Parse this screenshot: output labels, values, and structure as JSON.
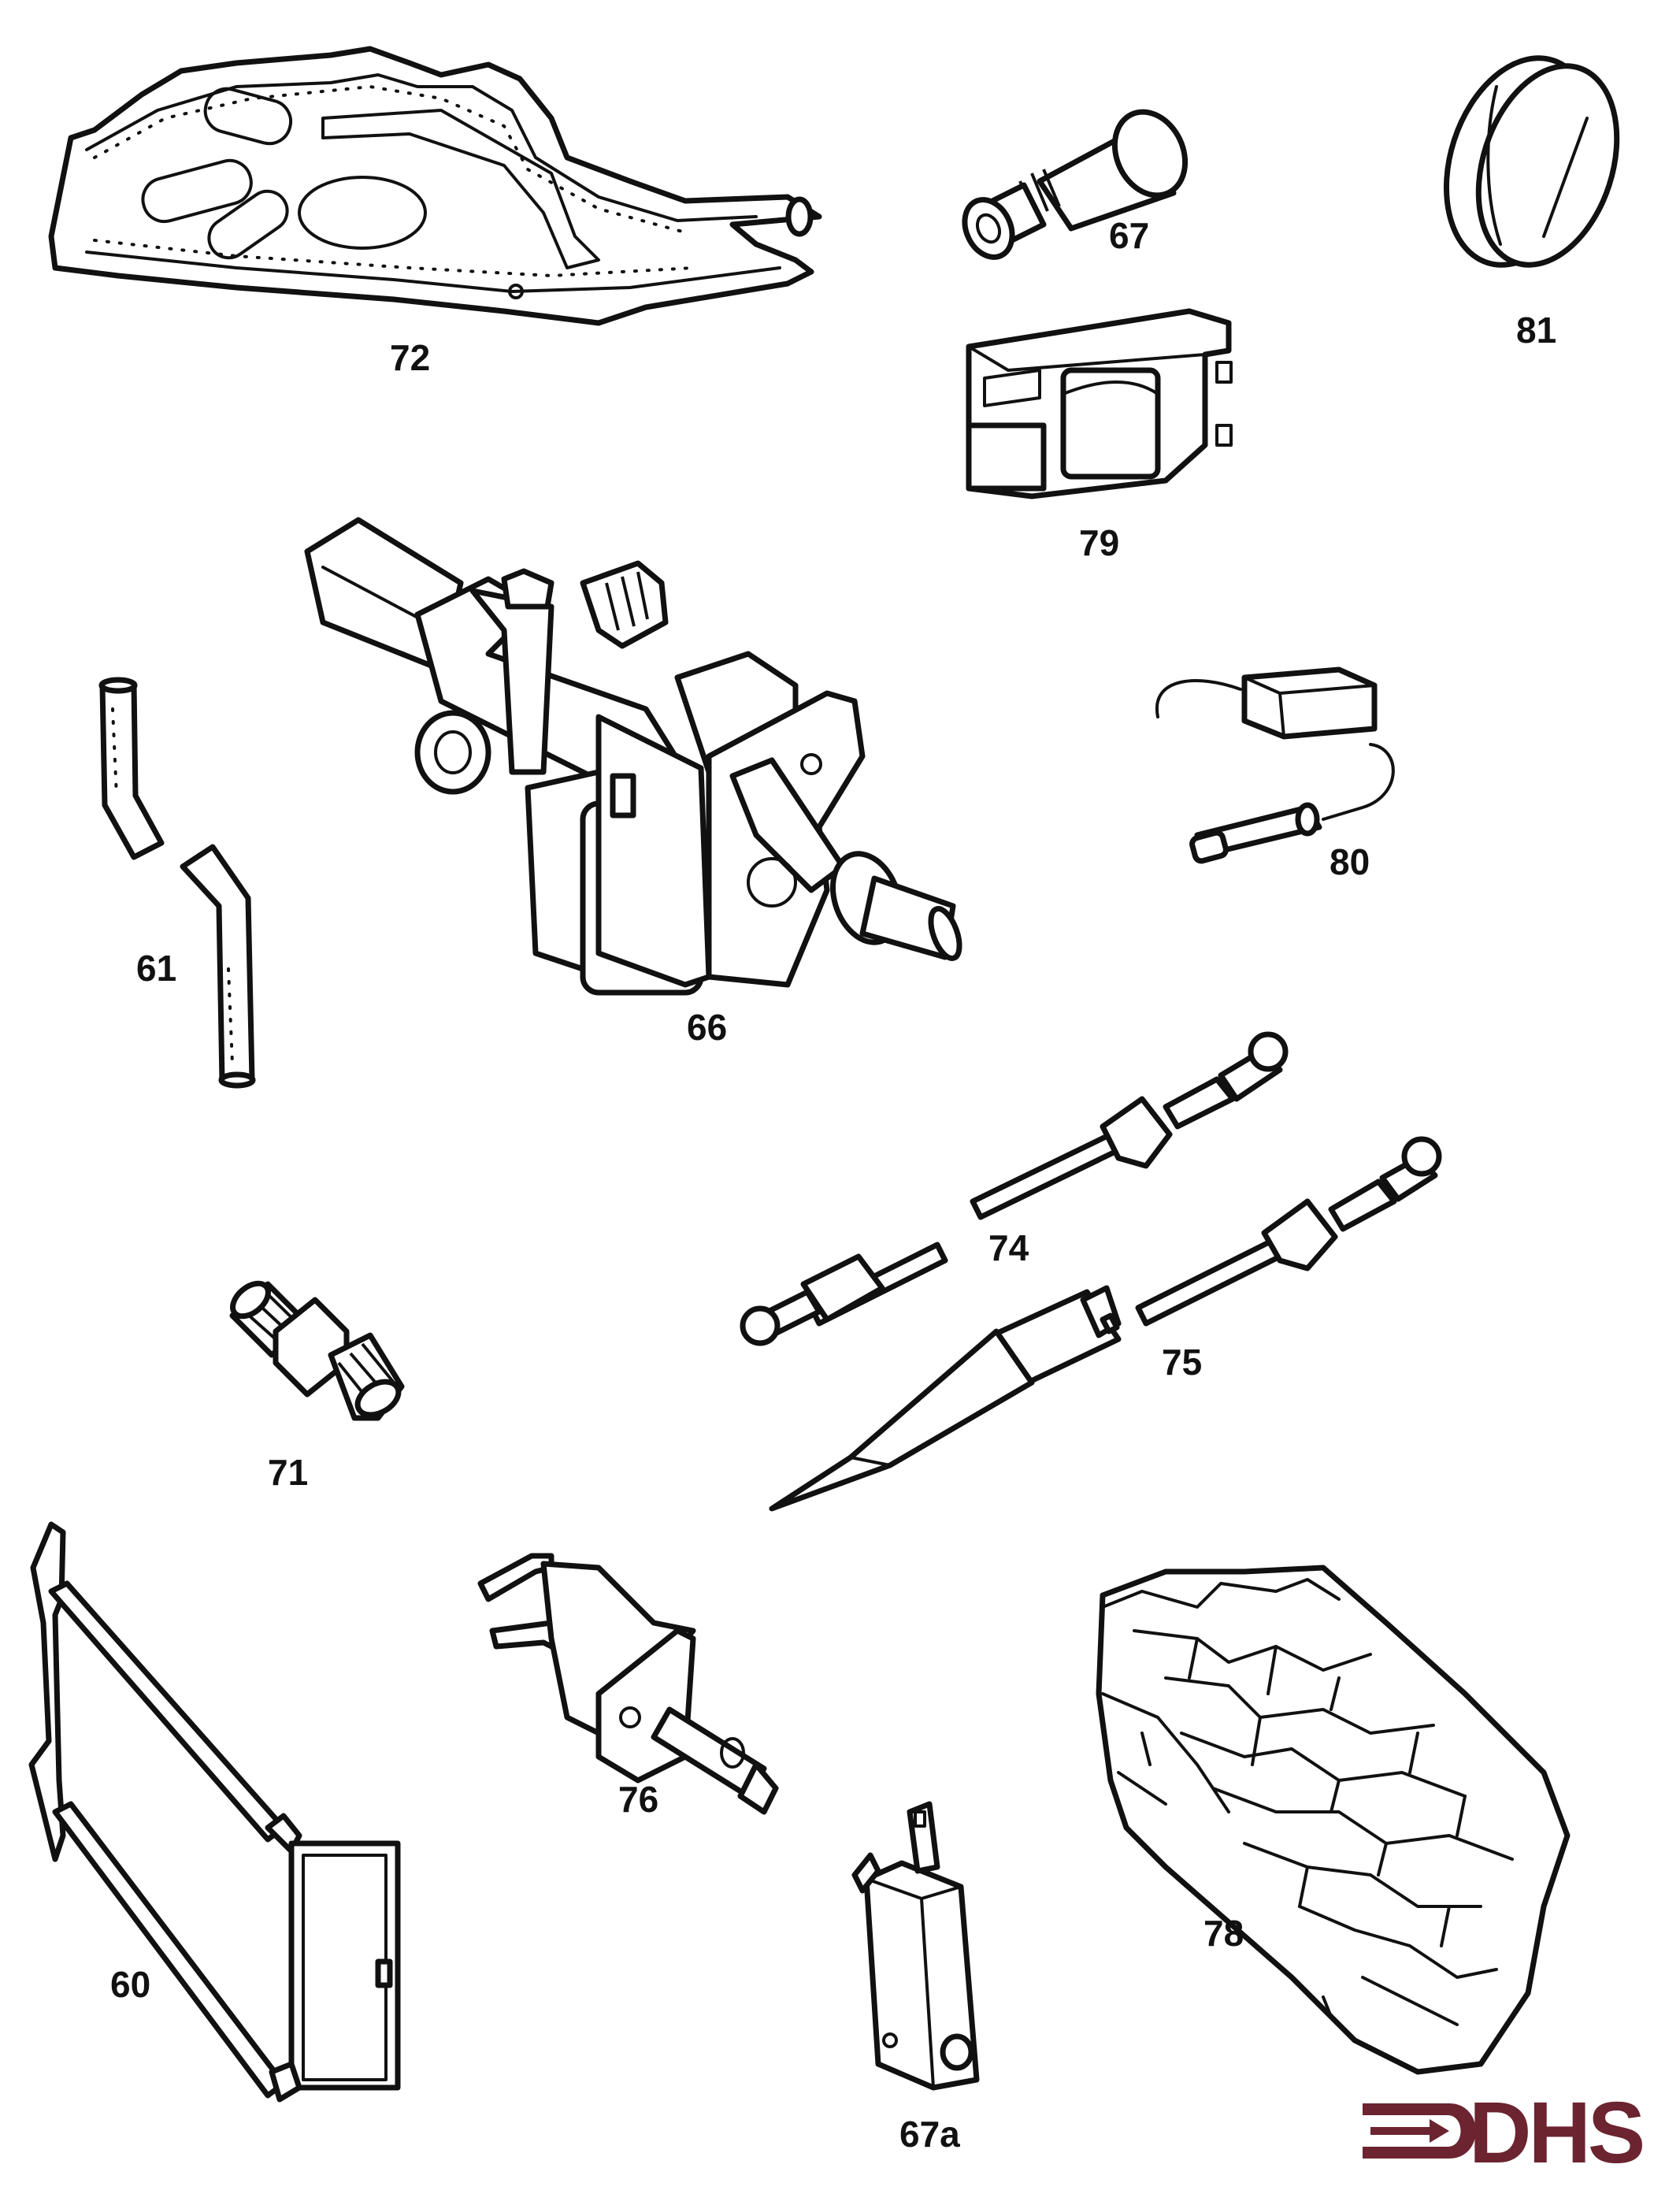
{
  "parts": [
    {
      "label": "72",
      "icon": "manifold-plate-icon"
    },
    {
      "label": "67",
      "icon": "injector-plug-icon"
    },
    {
      "label": "81",
      "icon": "control-knob-icon"
    },
    {
      "label": "79",
      "icon": "transformer-icon"
    },
    {
      "label": "66",
      "icon": "gas-valve-icon"
    },
    {
      "label": "80",
      "icon": "wire-lead-icon"
    },
    {
      "label": "61",
      "icon": "bent-tube-icon"
    },
    {
      "label": "74",
      "icon": "thermocouple-short-icon"
    },
    {
      "label": "75",
      "icon": "thermocouple-long-icon"
    },
    {
      "label": "71",
      "icon": "union-nipple-icon"
    },
    {
      "label": "76",
      "icon": "pilot-burner-icon"
    },
    {
      "label": "60",
      "icon": "frame-bracket-icon"
    },
    {
      "label": "78",
      "icon": "coal-bed-icon"
    },
    {
      "label": "67a",
      "icon": "microswitch-icon"
    }
  ],
  "logo": {
    "text": "DHS",
    "color": "#6b2430",
    "icon": "dhs-logo-icon"
  }
}
